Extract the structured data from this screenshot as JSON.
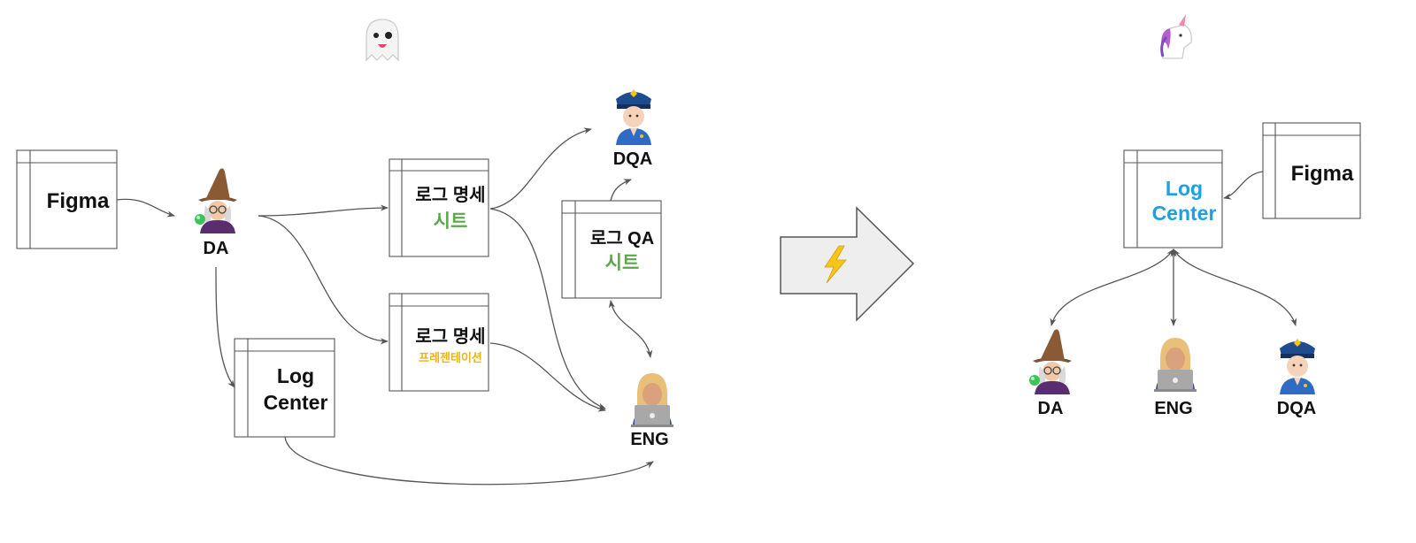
{
  "left_panel": {
    "mood_icon": "ghost-icon",
    "figma_box": {
      "label": "Figma"
    },
    "da": {
      "icon": "mage-icon",
      "label": "DA"
    },
    "spec_sheet": {
      "line1": "로그 명세",
      "line2": "시트"
    },
    "spec_presentation": {
      "line1": "로그 명세",
      "line2": "프레젠테이션"
    },
    "log_center": {
      "line1": "Log",
      "line2": "Center"
    },
    "dqa": {
      "icon": "police-officer-icon",
      "label": "DQA"
    },
    "qa_sheet": {
      "line1": "로그 QA",
      "line2": "시트"
    },
    "eng": {
      "icon": "technologist-icon",
      "label": "ENG"
    }
  },
  "transition_arrow": {
    "icon": "lightning-icon"
  },
  "right_panel": {
    "mood_icon": "unicorn-icon",
    "log_center": {
      "line1": "Log",
      "line2": "Center"
    },
    "figma_box": {
      "label": "Figma"
    },
    "da": {
      "icon": "mage-icon",
      "label": "DA"
    },
    "eng": {
      "icon": "technologist-icon",
      "label": "ENG"
    },
    "dqa": {
      "icon": "police-officer-icon",
      "label": "DQA"
    }
  },
  "colors": {
    "sheet_green": "#5aa84a",
    "presentation_yellow": "#e8b419",
    "log_center_blue": "#1ba1e2",
    "arrow_fill": "#eeeeee",
    "lightning": "#f5c518"
  }
}
